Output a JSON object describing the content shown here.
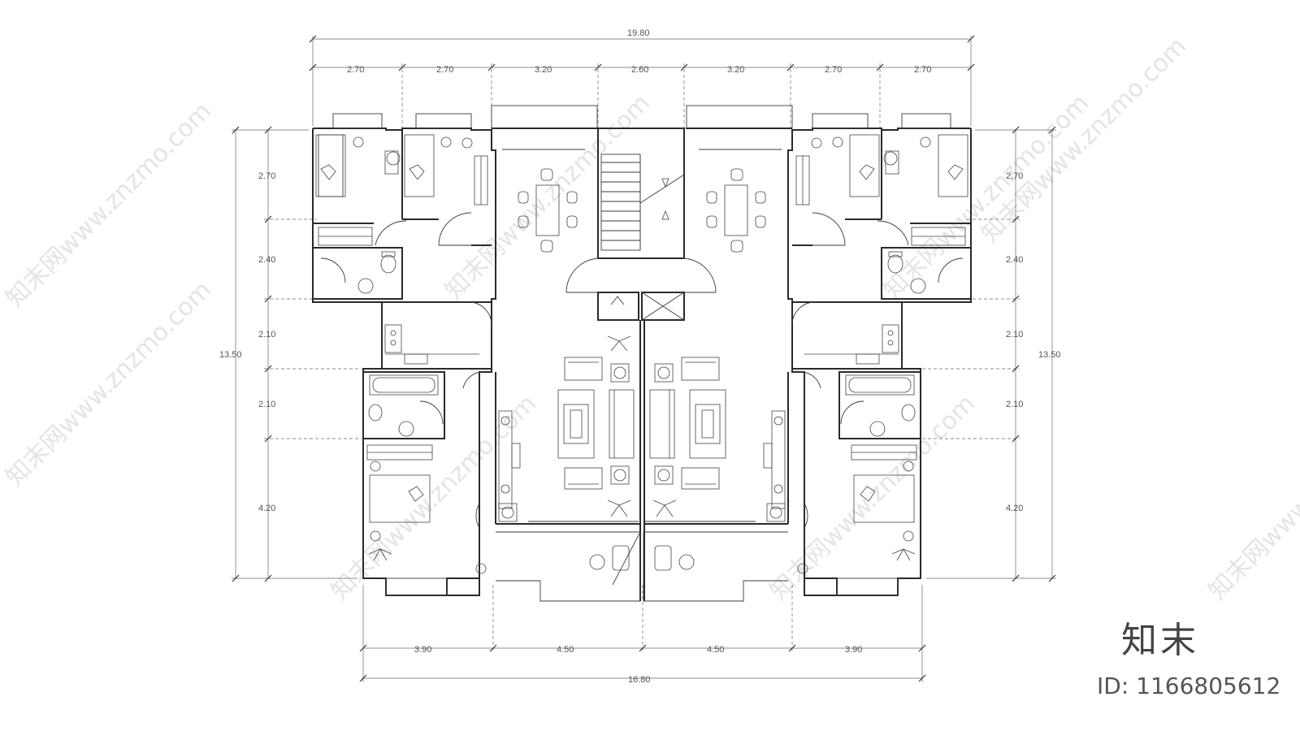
{
  "dimensions": {
    "top_total": "19.80",
    "top_segments": [
      "2.70",
      "2.70",
      "3.20",
      "2.60",
      "3.20",
      "2.70",
      "2.70"
    ],
    "left_rows": [
      "2.70",
      "2.40",
      "2.10",
      "2.10",
      "4.20"
    ],
    "right_rows": [
      "2.70",
      "2.40",
      "2.10",
      "2.10",
      "4.20"
    ],
    "left_total": "13.50",
    "right_total": "13.50",
    "bottom_segments": [
      "3.90",
      "4.50",
      "4.50",
      "3.90"
    ],
    "bottom_total": "16.80"
  },
  "brand": {
    "logo": "知末",
    "id_label": "ID: 1166805612",
    "watermark": "知末网www.znzmo.com"
  }
}
